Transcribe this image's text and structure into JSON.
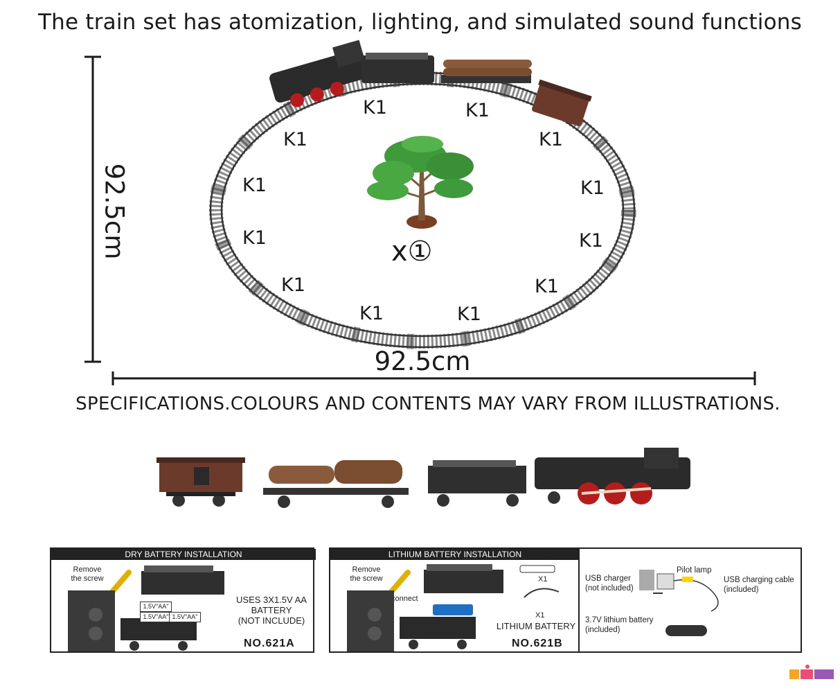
{
  "headline": "The train set has atomization, lighting, and simulated sound functions",
  "dimensions": {
    "width": "92.5cm",
    "height": "92.5cm"
  },
  "track_piece_label": "K1",
  "track_pieces": [
    "K1",
    "K1",
    "K1",
    "K1",
    "K1",
    "K1",
    "K1",
    "K1",
    "K1",
    "K1",
    "K1",
    "K1"
  ],
  "tree_count": "x①",
  "notice": "SPECIFICATIONS.COLOURS AND CONTENTS MAY VARY FROM ILLUSTRATIONS.",
  "dry_battery_panel": {
    "title": "DRY BATTERY INSTALLATION",
    "step_text": "Remove\nthe screw",
    "cell_label_1": "1.5V\"AA\"",
    "cell_label_2": "1.5V\"AA\"",
    "cell_label_3": "1.5V\"AA\"",
    "spec": "USES 3X1.5V AA\nBATTERY\n(NOT INCLUDE)",
    "model": "NO.621A"
  },
  "lithium_battery_panel": {
    "title": "LITHIUM BATTERY INSTALLATION",
    "step_text": "Remove\nthe screw",
    "connect": "connect",
    "qty_1": "X1",
    "qty_2": "X1",
    "spec": "LITHIUM BATTERY",
    "model": "NO.621B"
  },
  "charging_panel": {
    "usb_charger": "USB charger\n(not included)",
    "pilot_lamp": "Pilot lamp",
    "usb_cable": "USB charging cable\n(included)",
    "battery": "3.7V lithium battery\n(included)"
  },
  "colors": {
    "rail": "#3a3a3a",
    "tie": "#6e6e6e",
    "loco": "#2b2b2b",
    "caboose": "#6b3a2a",
    "logs": "#8a5a3c",
    "tree": "#3e9a3a",
    "wheel_accent": "#b51c1c"
  },
  "icons": [
    "steam-locomotive-icon",
    "tender-icon",
    "log-car-icon",
    "caboose-icon",
    "tree-icon",
    "screwdriver-icon",
    "battery-icon",
    "usb-cable-icon",
    "charger-icon",
    "brand-logo"
  ]
}
